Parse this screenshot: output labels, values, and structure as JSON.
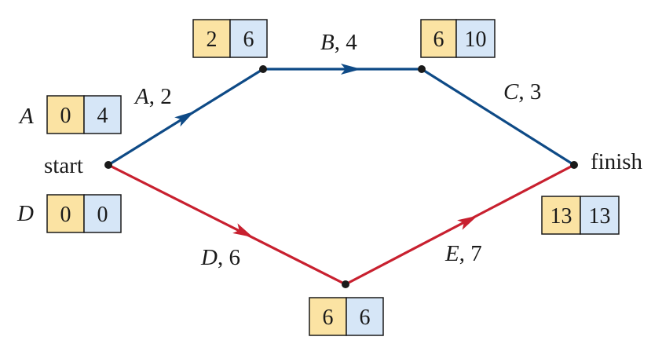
{
  "colors": {
    "critical_path": "#c8202f",
    "other_path": "#0e4a86",
    "early_fill": "#fbe3a3",
    "late_fill": "#d6e6f7",
    "box_stroke": "#1a1a1a",
    "node": "#1a1a1a"
  },
  "nodes": {
    "start": {
      "label": "start"
    },
    "finish": {
      "label": "finish"
    }
  },
  "edges": [
    {
      "id": "A",
      "letter": "A",
      "suffix": ", 2",
      "path": "other"
    },
    {
      "id": "B",
      "letter": "B",
      "suffix": ", 4",
      "path": "other"
    },
    {
      "id": "C",
      "letter": "C",
      "suffix": ", 3",
      "path": "other"
    },
    {
      "id": "D",
      "letter": "D",
      "suffix": ", 6",
      "path": "critical"
    },
    {
      "id": "E",
      "letter": "E",
      "suffix": ", 7",
      "path": "critical"
    }
  ],
  "time_boxes": [
    {
      "id": "A-start",
      "prefix": "A",
      "early": "0",
      "late": "4"
    },
    {
      "id": "D-start",
      "prefix": "D",
      "early": "0",
      "late": "0"
    },
    {
      "id": "top-left",
      "prefix": "",
      "early": "2",
      "late": "6"
    },
    {
      "id": "top-right",
      "prefix": "",
      "early": "6",
      "late": "10"
    },
    {
      "id": "bottom",
      "prefix": "",
      "early": "6",
      "late": "6"
    },
    {
      "id": "finish",
      "prefix": "",
      "early": "13",
      "late": "13"
    }
  ]
}
